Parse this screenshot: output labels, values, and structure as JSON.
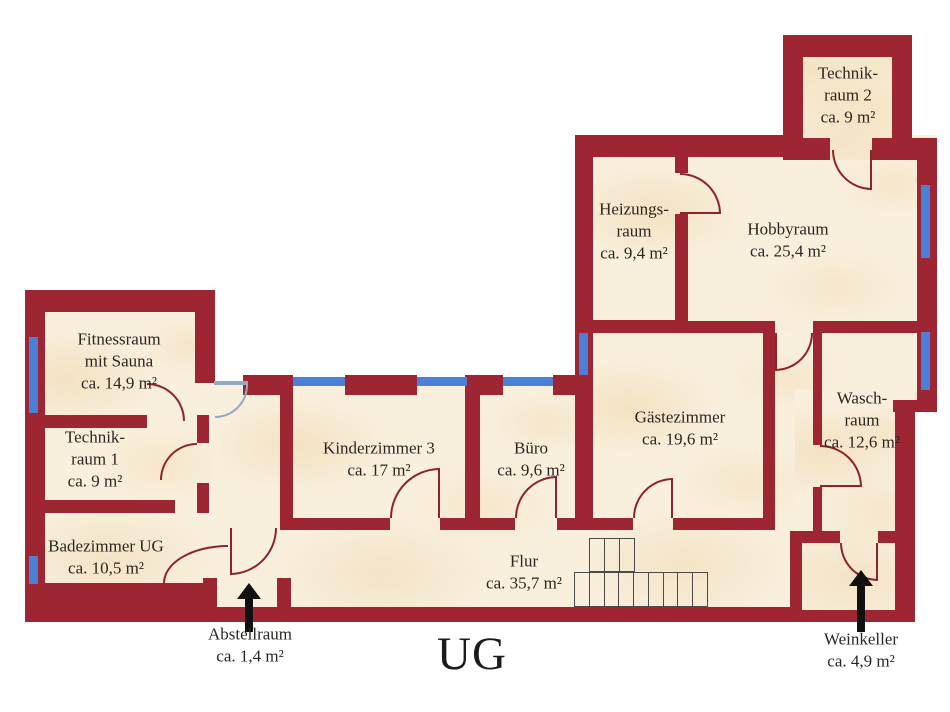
{
  "floor_label": "UG",
  "rooms": [
    {
      "id": "technikraum-2",
      "name": "Technik-\nraum 2",
      "area": "ca. 9 m²"
    },
    {
      "id": "heizungsraum",
      "name": "Heizungs-\nraum",
      "area": "ca. 9,4 m²"
    },
    {
      "id": "hobbyraum",
      "name": "Hobbyraum",
      "area": "ca. 25,4 m²"
    },
    {
      "id": "fitnessraum",
      "name": "Fitnessraum\nmit Sauna",
      "area": "ca. 14,9 m²"
    },
    {
      "id": "technikraum-1",
      "name": "Technik-\nraum 1",
      "area": "ca. 9 m²"
    },
    {
      "id": "badezimmer-ug",
      "name": "Badezimmer UG",
      "area": "ca. 10,5 m²"
    },
    {
      "id": "kinderzimmer-3",
      "name": "Kinderzimmer 3",
      "area": "ca. 17 m²"
    },
    {
      "id": "buero",
      "name": "Büro",
      "area": "ca. 9,6 m²"
    },
    {
      "id": "gaestezimmer",
      "name": "Gästezimmer",
      "area": "ca. 19,6 m²"
    },
    {
      "id": "waschraum",
      "name": "Wasch-\nraum",
      "area": "ca. 12,6 m²"
    },
    {
      "id": "flur",
      "name": "Flur",
      "area": "ca. 35,7 m²"
    }
  ],
  "annotations": [
    {
      "id": "abstellraum",
      "name": "Abstellraum",
      "area": "ca. 1,4 m²"
    },
    {
      "id": "weinkeller",
      "name": "Weinkeller",
      "area": "ca. 4,9 m²"
    }
  ],
  "colors": {
    "wall": "#9e2632",
    "floor": "#f8efdc",
    "window": "#4a80d8",
    "door_arc": "#8e2230",
    "exterior_door_arc": "#93aac2",
    "stairs_outline": "#4a4a4a",
    "arrow": "#111111",
    "label_text": "#2b2622"
  }
}
